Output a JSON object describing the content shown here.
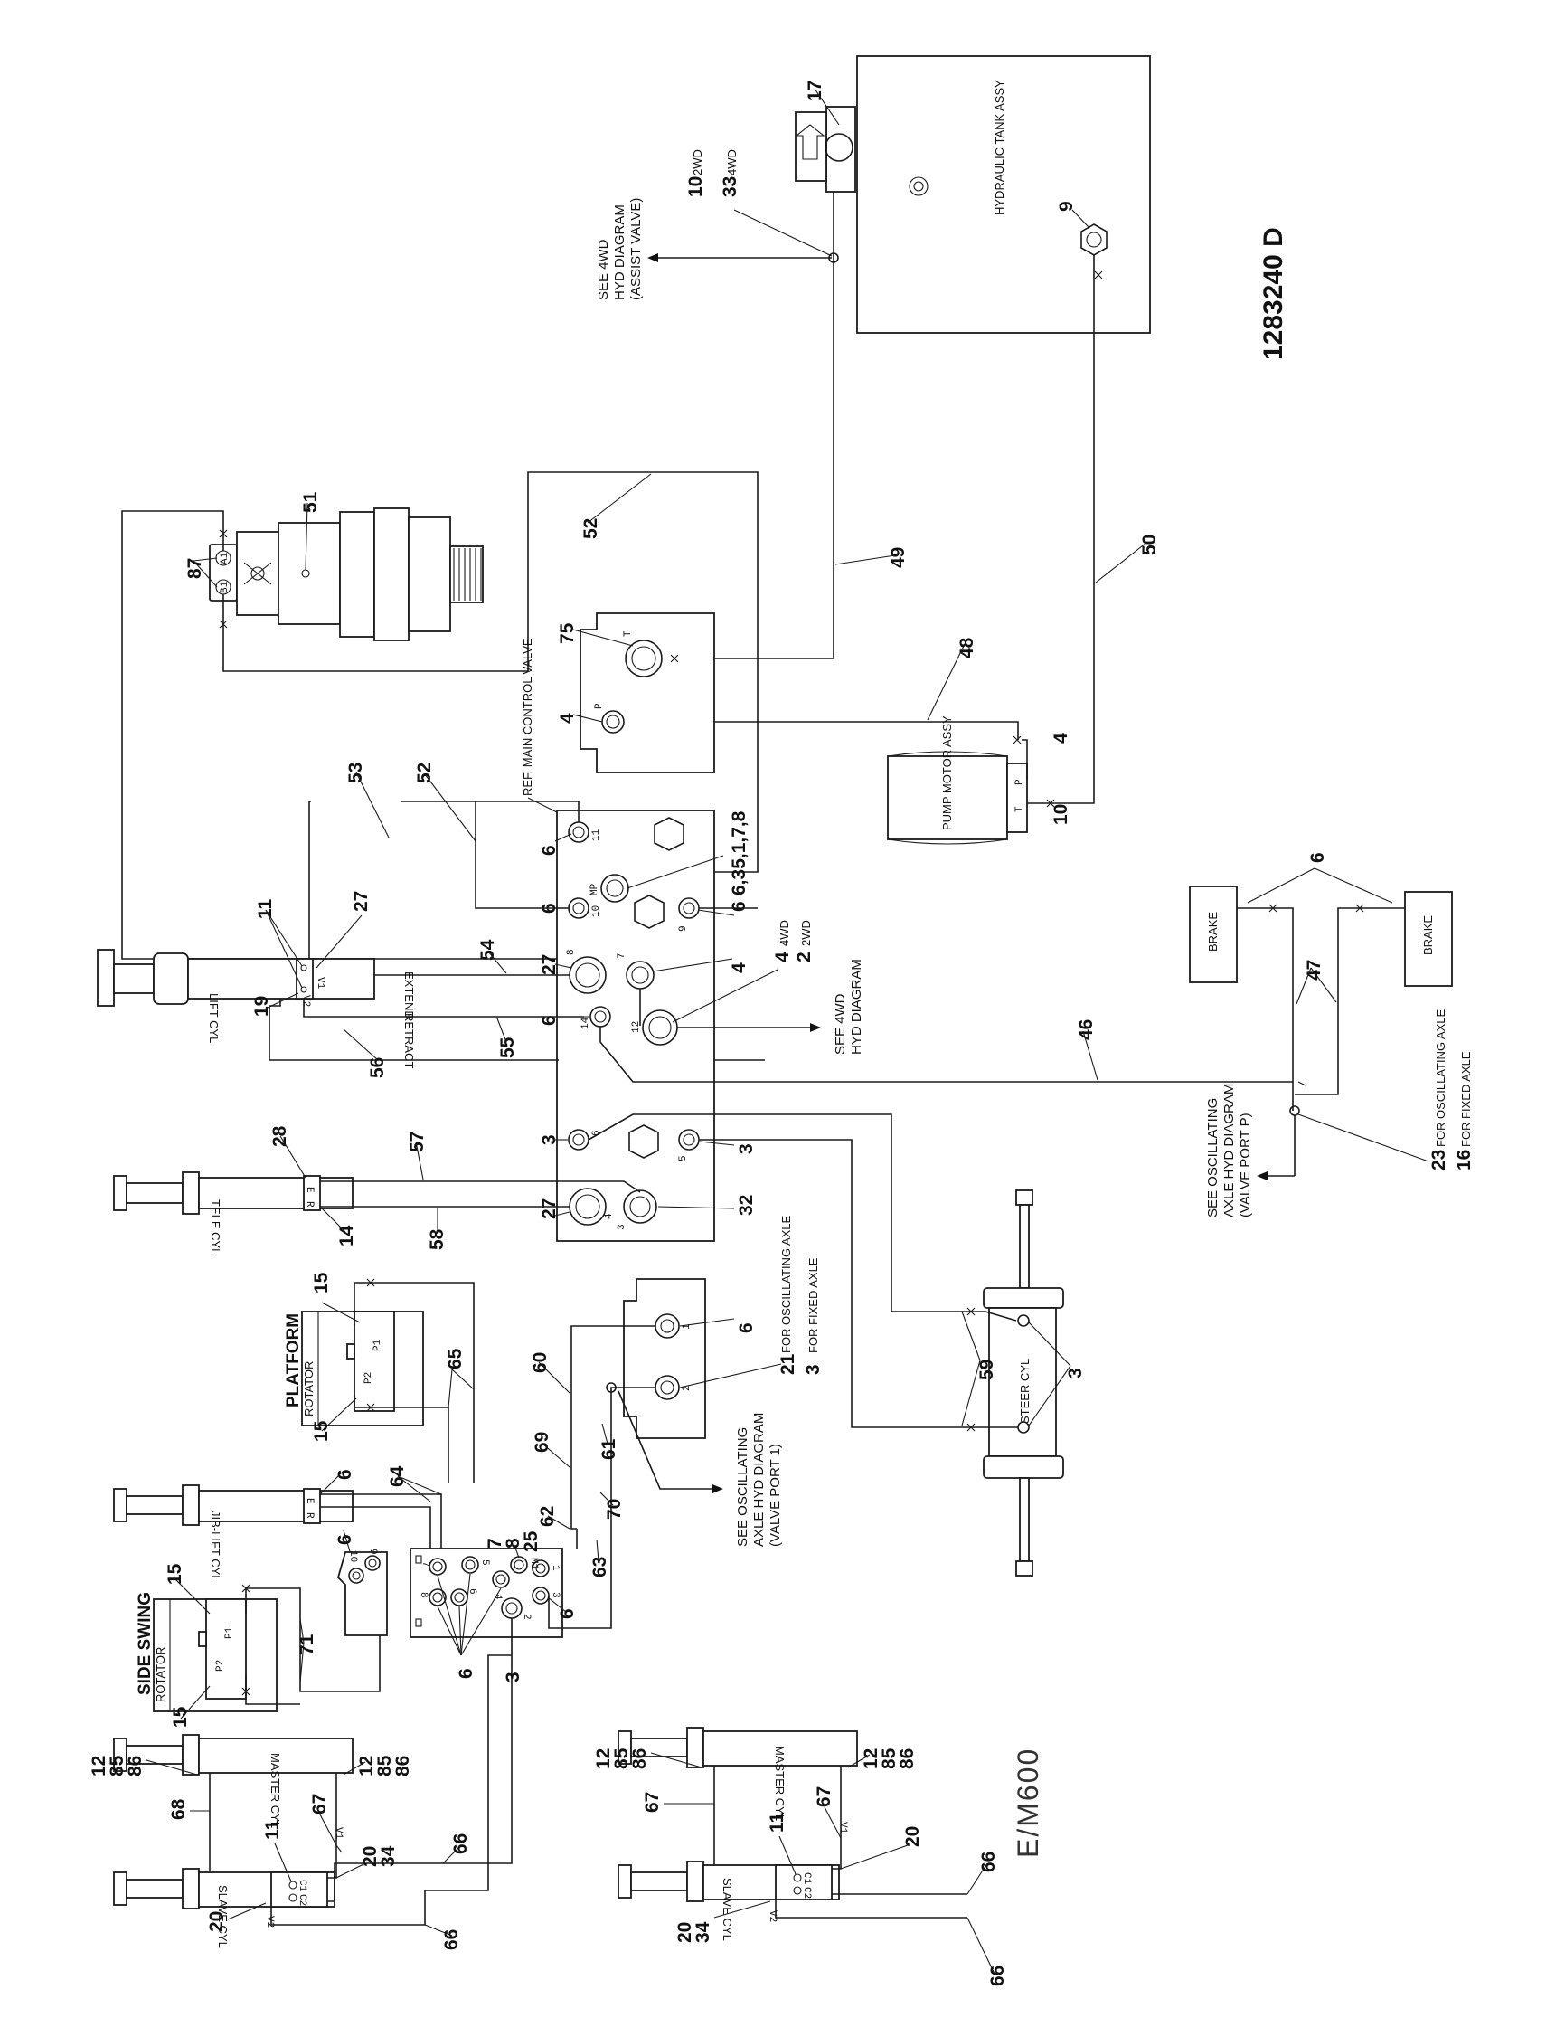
{
  "drawing_number": "1283240 D",
  "model_note": "E/M600",
  "components": {
    "hydraulic_tank": "HYDRAULIC TANK ASSY",
    "pump_motor": "PUMP MOTOR ASSY",
    "main_valve_ref": "REF. MAIN CONTROL VALVE",
    "lift_cyl": "LIFT CYL",
    "tele_cyl": "TELE CYL",
    "jib_lift_cyl": "JIB-LIFT CYL",
    "master_cyl": "MASTER CYL",
    "slave_cyl": "SLAVE CYL",
    "steer_cyl": "STEER CYL",
    "brake": "BRAKE",
    "rotator": "ROTATOR",
    "platform": "PLATFORM",
    "side_swing": "SIDE SWING"
  },
  "notes": {
    "assist_valve": [
      "SEE 4WD",
      "HYD DIAGRAM",
      "(ASSIST VALVE)"
    ],
    "four_wd": [
      "SEE 4WD",
      "HYD DIAGRAM"
    ],
    "osc_axle_p": [
      "SEE OSCILLATING",
      "AXLE HYD DIAGRAM",
      "(VALVE PORT P)"
    ],
    "osc_axle_1": [
      "SEE OSCILLATING",
      "AXLE HYD DIAGRAM",
      "(VALVE PORT 1)"
    ],
    "extend": "EXTEND",
    "retract": "RETRACT",
    "for_osc_axle": "FOR OSCILLATING AXLE",
    "for_fixed_axle": "FOR FIXED AXLE",
    "two_wd": "2WD",
    "four_wd_sub": "4WD"
  },
  "callouts": {
    "c17": "17",
    "c10a": "10",
    "c33": "33",
    "c9": "9",
    "c51": "51",
    "c87": "87",
    "c52a": "52",
    "c49": "49",
    "c50": "50",
    "c75": "75",
    "c4a": "4",
    "c48": "48",
    "c4b": "4",
    "c10b": "10",
    "c53": "53",
    "c52b": "52",
    "c6a": "6",
    "c6_35": "6,35,1,7,8",
    "c6b": "6",
    "c6c": "6",
    "c11a": "11",
    "c27a": "27",
    "c54": "54",
    "c27b": "27",
    "c4c": "4",
    "c4d": "4",
    "c2": "2",
    "c19": "19",
    "c56": "56",
    "c55": "55",
    "c6d": "6",
    "c46": "46",
    "c47": "47",
    "c6e": "6",
    "c23": "23",
    "c16": "16",
    "c28": "28",
    "c57": "57",
    "c3a": "3",
    "c3b": "3",
    "c14": "14",
    "c58": "58",
    "c27c": "27",
    "c32": "32",
    "c6f": "6",
    "c21": "21",
    "c3c": "3",
    "c59": "59",
    "c3d": "3",
    "c15a": "15",
    "c15b": "15",
    "c65": "65",
    "c60": "60",
    "c69": "69",
    "c61": "61",
    "c6g": "6",
    "c64": "64",
    "c6h": "6",
    "c62": "62",
    "c70": "70",
    "c7": "7",
    "c8": "8",
    "c25": "25",
    "c63": "63",
    "c6i": "6",
    "c15c": "15",
    "c15d": "15",
    "c71": "71",
    "c6j": "6",
    "c3e": "3",
    "c12a": "12",
    "c85a": "85",
    "c86a": "86",
    "c68": "68",
    "c11b": "11",
    "c67a": "67",
    "c12b": "12",
    "c85b": "85",
    "c86b": "86",
    "c20a": "20",
    "c34a": "34",
    "c66a": "66",
    "c20b": "20",
    "c66b": "66",
    "c12c": "12",
    "c85c": "85",
    "c86c": "86",
    "c67b": "67",
    "c11c": "11",
    "c67c": "67",
    "c12d": "12",
    "c85d": "85",
    "c86d": "86",
    "c20c": "20",
    "c66c": "66",
    "c20d": "20",
    "c34b": "34",
    "c66d": "66"
  },
  "port_labels": {
    "T": "T",
    "P": "P",
    "MP": "MP",
    "p11": "11",
    "p10": "10",
    "p9": "9",
    "p8": "8",
    "p7": "7",
    "p12": "12",
    "p14": "14",
    "p6": "6",
    "p5": "5",
    "p4": "4",
    "p3": "3",
    "p1": "1",
    "p2": "2",
    "A1": "A1",
    "B1": "B1",
    "E": "E",
    "R": "R",
    "P1": "P1",
    "P2": "P2",
    "V1": "V1",
    "V2": "V2",
    "C1": "C1",
    "C2": "C2",
    "M1": "M1"
  }
}
